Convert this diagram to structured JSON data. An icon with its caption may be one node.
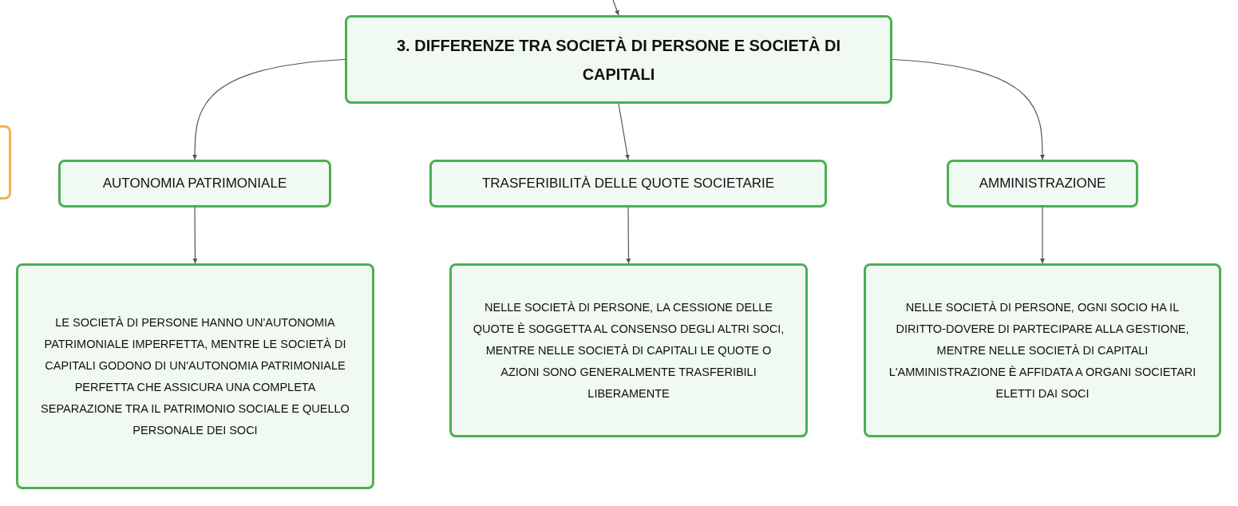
{
  "diagram": {
    "nodes": [
      {
        "text": [
          "3. DIFFERENZE TRA SOCIETÀ DI PERSONE E SOCIETÀ DI CAPITALI"
        ]
      },
      {
        "text": [],
        "shape": "box"
      },
      {
        "text": [
          "AUTONOMIA PATRIMONIALE"
        ]
      },
      {
        "text": [
          "TRASFERIBILITÀ DELLE QUOTE SOCIETARIE"
        ]
      },
      {
        "text": [
          "AMMINISTRAZIONE"
        ]
      },
      {
        "text": [
          "LE SOCIETÀ DI PERSONE HANNO UN'AUTONOMIA PATRIMONIALE IMPERFETTA, MENTRE LE SOCIETÀ DI CAPITALI GODONO DI UN'AUTONOMIA PATRIMONIALE PERFETTA CHE ASSICURA UNA COMPLETA SEPARAZIONE TRA IL PATRIMONIO SOCIALE E QUELLO PERSONALE DEI SOCI"
        ]
      },
      {
        "text": [
          "NELLE SOCIETÀ DI PERSONE, LA CESSIONE DELLE QUOTE È SOGGETTA AL CONSENSO DEGLI ALTRI SOCI, MENTRE NELLE SOCIETÀ DI CAPITALI LE QUOTE O AZIONI SONO GENERALMENTE TRASFERIBILI LIBERAMENTE"
        ]
      },
      {
        "text": [
          "NELLE SOCIETÀ DI PERSONE, OGNI SOCIO HA IL DIRITTO-DOVERE DI PARTECIPARE ALLA GESTIONE, MENTRE NELLE SOCIETÀ DI CAPITALI L'AMMINISTRAZIONE È AFFIDATA A ORGANI SOCIETARI ELETTI DAI SOCI"
        ]
      }
    ],
    "edges": [
      {
        "from": null,
        "to": 0,
        "arrow": "to"
      },
      {
        "from": 0,
        "to": 2,
        "arrow": "to"
      },
      {
        "from": 0,
        "to": 3,
        "arrow": "to"
      },
      {
        "from": 0,
        "to": 4,
        "arrow": "to"
      },
      {
        "from": 2,
        "to": 5,
        "arrow": "to"
      },
      {
        "from": 3,
        "to": 6,
        "arrow": "to"
      },
      {
        "from": 4,
        "to": 7,
        "arrow": "to"
      }
    ]
  }
}
